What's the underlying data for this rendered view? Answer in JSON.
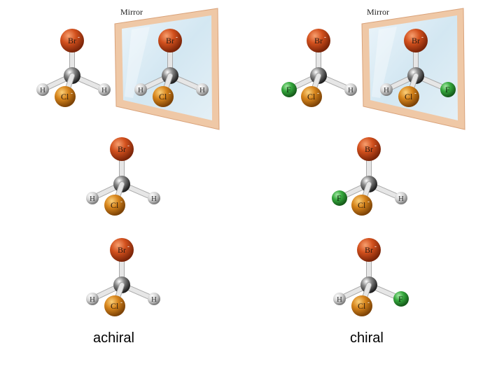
{
  "mirror_label": "Mirror",
  "captions": {
    "left": "achiral",
    "right": "chiral"
  },
  "atoms": {
    "Br": {
      "label": "Br",
      "charge": "-"
    },
    "Cl": {
      "label": "Cl",
      "charge": "-"
    },
    "H": {
      "label": "H"
    },
    "F": {
      "label": "F"
    }
  },
  "colors": {
    "bromine": "#c9471a",
    "chlorine": "#cf7d18",
    "fluorine": "#2e9e38",
    "hydrogen": "#cfcfcf",
    "carbon": "#6d6d6d",
    "bond": "#d8d8d8",
    "mirror_frame": "#efc8a6",
    "mirror_glass": "#dcebf4"
  },
  "molecules": [
    {
      "id": "achiral-original",
      "left": "H",
      "right": "H"
    },
    {
      "id": "achiral-mirror-image",
      "left": "H",
      "right": "H"
    },
    {
      "id": "chiral-original",
      "left": "F",
      "right": "H"
    },
    {
      "id": "chiral-mirror-image",
      "left": "H",
      "right": "F"
    },
    {
      "id": "achiral-copy-1",
      "left": "H",
      "right": "H"
    },
    {
      "id": "achiral-copy-2",
      "left": "H",
      "right": "H"
    },
    {
      "id": "chiral-copy-1",
      "left": "F",
      "right": "H"
    },
    {
      "id": "chiral-copy-2",
      "left": "H",
      "right": "F"
    }
  ]
}
